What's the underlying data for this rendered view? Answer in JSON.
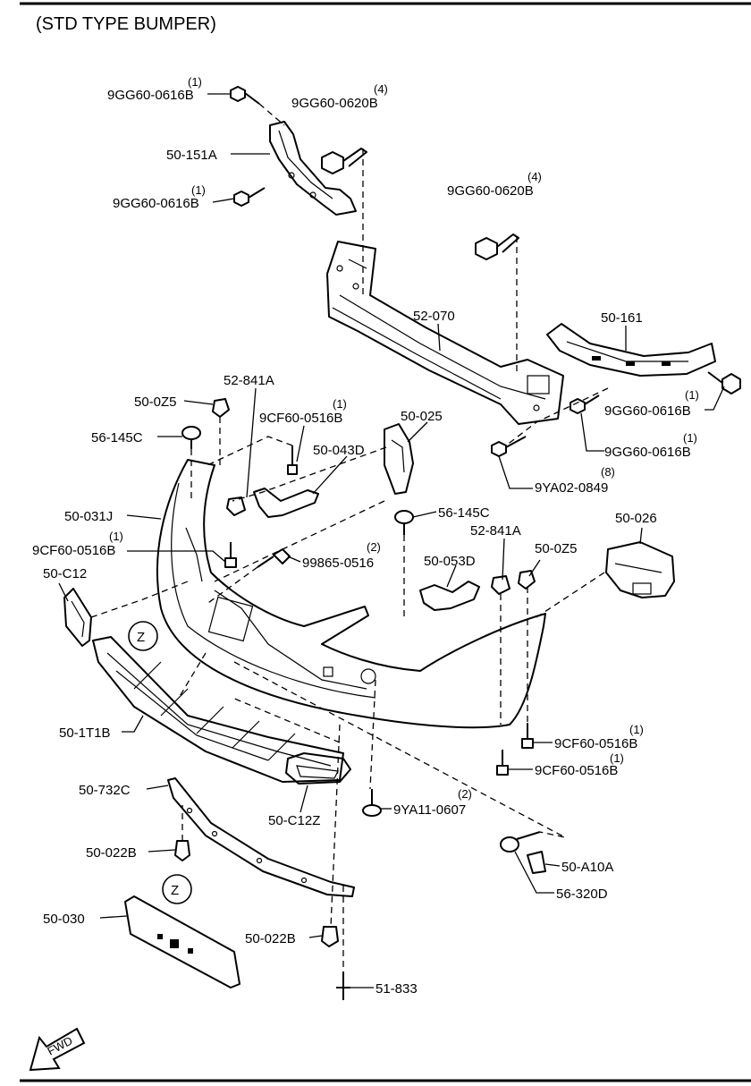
{
  "title": "(STD TYPE BUMPER)",
  "fwd_label": "FWD",
  "view_marker": "Z",
  "callouts": [
    {
      "id": "c1",
      "part": "9GG60-0616B",
      "qty": "(1)"
    },
    {
      "id": "c2",
      "part": "9GG60-0620B",
      "qty": "(4)"
    },
    {
      "id": "c3",
      "part": "50-151A",
      "qty": ""
    },
    {
      "id": "c4",
      "part": "9GG60-0616B",
      "qty": "(1)"
    },
    {
      "id": "c5",
      "part": "9GG60-0620B",
      "qty": "(4)"
    },
    {
      "id": "c6",
      "part": "52-070",
      "qty": ""
    },
    {
      "id": "c7",
      "part": "50-161",
      "qty": ""
    },
    {
      "id": "c8",
      "part": "52-841A",
      "qty": ""
    },
    {
      "id": "c9",
      "part": "50-0Z5",
      "qty": ""
    },
    {
      "id": "c10",
      "part": "9CF60-0516B",
      "qty": "(1)"
    },
    {
      "id": "c11",
      "part": "50-025",
      "qty": ""
    },
    {
      "id": "c12",
      "part": "9GG60-0616B",
      "qty": "(1)"
    },
    {
      "id": "c13",
      "part": "56-145C",
      "qty": ""
    },
    {
      "id": "c14",
      "part": "50-043D",
      "qty": ""
    },
    {
      "id": "c15",
      "part": "9GG60-0616B",
      "qty": "(1)"
    },
    {
      "id": "c16",
      "part": "9YA02-0849",
      "qty": "(8)"
    },
    {
      "id": "c17",
      "part": "50-031J",
      "qty": ""
    },
    {
      "id": "c18",
      "part": "56-145C",
      "qty": ""
    },
    {
      "id": "c19",
      "part": "50-026",
      "qty": ""
    },
    {
      "id": "c20",
      "part": "9CF60-0516B",
      "qty": "(1)"
    },
    {
      "id": "c21",
      "part": "52-841A",
      "qty": ""
    },
    {
      "id": "c22",
      "part": "50-0Z5",
      "qty": ""
    },
    {
      "id": "c23",
      "part": "99865-0516",
      "qty": "(2)"
    },
    {
      "id": "c24",
      "part": "50-053D",
      "qty": ""
    },
    {
      "id": "c25",
      "part": "50-C12",
      "qty": ""
    },
    {
      "id": "c26",
      "part": "50-1T1B",
      "qty": ""
    },
    {
      "id": "c27",
      "part": "9CF60-0516B",
      "qty": "(1)"
    },
    {
      "id": "c28",
      "part": "9CF60-0516B",
      "qty": "(1)"
    },
    {
      "id": "c29",
      "part": "50-732C",
      "qty": ""
    },
    {
      "id": "c30",
      "part": "50-C12Z",
      "qty": ""
    },
    {
      "id": "c31",
      "part": "9YA11-0607",
      "qty": "(2)"
    },
    {
      "id": "c32",
      "part": "50-022B",
      "qty": ""
    },
    {
      "id": "c33",
      "part": "50-A10A",
      "qty": ""
    },
    {
      "id": "c34",
      "part": "56-320D",
      "qty": ""
    },
    {
      "id": "c35",
      "part": "50-030",
      "qty": ""
    },
    {
      "id": "c36",
      "part": "50-022B",
      "qty": ""
    },
    {
      "id": "c37",
      "part": "51-833",
      "qty": ""
    }
  ]
}
